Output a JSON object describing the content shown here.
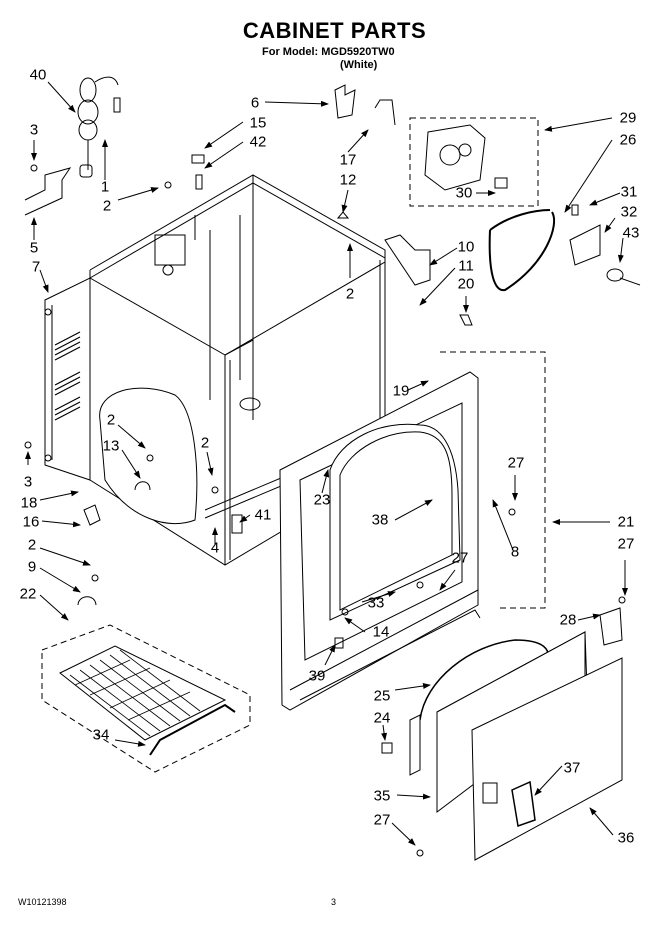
{
  "header": {
    "title": "CABINET PARTS",
    "model_line": "For Model: MGD5920TW0",
    "color_line": "(White)"
  },
  "footer": {
    "document_code": "W10121398",
    "page_number": "3"
  },
  "callouts": [
    {
      "id": "40",
      "label": "40"
    },
    {
      "id": "3a",
      "label": "3"
    },
    {
      "id": "1",
      "label": "1"
    },
    {
      "id": "2a",
      "label": "2"
    },
    {
      "id": "5",
      "label": "5"
    },
    {
      "id": "7",
      "label": "7"
    },
    {
      "id": "6",
      "label": "6"
    },
    {
      "id": "15",
      "label": "15"
    },
    {
      "id": "42",
      "label": "42"
    },
    {
      "id": "17",
      "label": "17"
    },
    {
      "id": "12",
      "label": "12"
    },
    {
      "id": "2b",
      "label": "2"
    },
    {
      "id": "10",
      "label": "10"
    },
    {
      "id": "11",
      "label": "11"
    },
    {
      "id": "20",
      "label": "20"
    },
    {
      "id": "29",
      "label": "29"
    },
    {
      "id": "26",
      "label": "26"
    },
    {
      "id": "30",
      "label": "30"
    },
    {
      "id": "31",
      "label": "31"
    },
    {
      "id": "32",
      "label": "32"
    },
    {
      "id": "43",
      "label": "43"
    },
    {
      "id": "19",
      "label": "19"
    },
    {
      "id": "2c",
      "label": "2"
    },
    {
      "id": "13",
      "label": "13"
    },
    {
      "id": "2d",
      "label": "2"
    },
    {
      "id": "3b",
      "label": "3"
    },
    {
      "id": "18",
      "label": "18"
    },
    {
      "id": "16",
      "label": "16"
    },
    {
      "id": "41",
      "label": "41"
    },
    {
      "id": "4",
      "label": "4"
    },
    {
      "id": "23",
      "label": "23"
    },
    {
      "id": "38",
      "label": "38"
    },
    {
      "id": "27a",
      "label": "27"
    },
    {
      "id": "8",
      "label": "8"
    },
    {
      "id": "21",
      "label": "21"
    },
    {
      "id": "27b",
      "label": "27"
    },
    {
      "id": "27c",
      "label": "27"
    },
    {
      "id": "33",
      "label": "33"
    },
    {
      "id": "14",
      "label": "14"
    },
    {
      "id": "2e",
      "label": "2"
    },
    {
      "id": "9",
      "label": "9"
    },
    {
      "id": "22",
      "label": "22"
    },
    {
      "id": "28",
      "label": "28"
    },
    {
      "id": "39",
      "label": "39"
    },
    {
      "id": "25",
      "label": "25"
    },
    {
      "id": "24",
      "label": "24"
    },
    {
      "id": "34",
      "label": "34"
    },
    {
      "id": "37",
      "label": "37"
    },
    {
      "id": "35",
      "label": "35"
    },
    {
      "id": "27d",
      "label": "27"
    },
    {
      "id": "36",
      "label": "36"
    }
  ]
}
